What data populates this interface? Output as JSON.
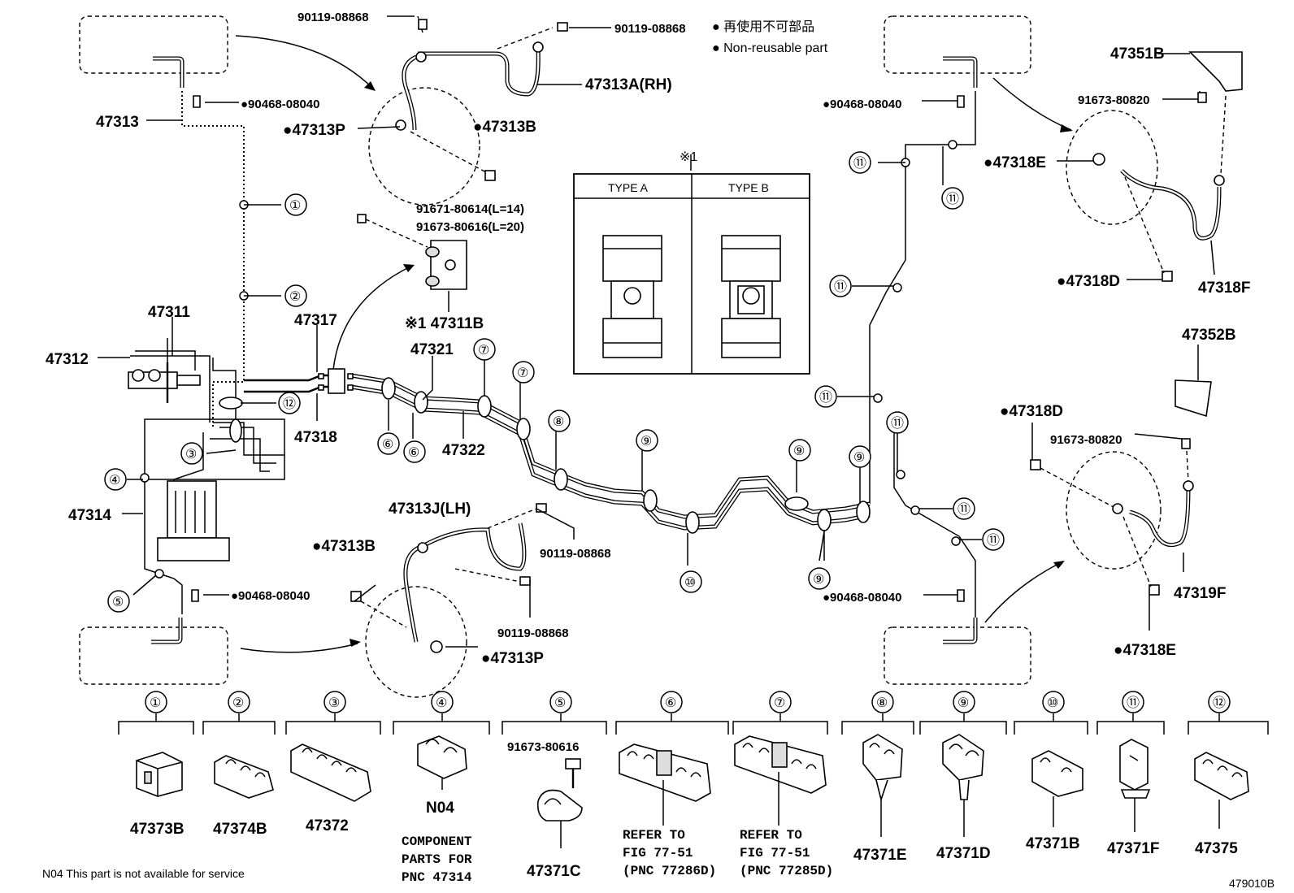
{
  "legend": {
    "line1": "● 再使用不可部品",
    "line2": "● Non-reusable part"
  },
  "type_table": {
    "marker": "※1",
    "col_a": "TYPE A",
    "col_b": "TYPE B"
  },
  "parts": {
    "p90119_top_left": "90119-08868",
    "p90119_top_right": "90119-08868",
    "p47313A": "47313A(RH)",
    "p90468_top_left": "●90468-08040",
    "p47313": "47313",
    "p47313P_top": "●47313P",
    "p47313B_top": "●47313B",
    "p91671": "91671-80614(L=14)",
    "p91673_616": "91673-80616(L=20)",
    "p47311B": "※1 47311B",
    "p47311": "47311",
    "p47312": "47312",
    "p47317": "47317",
    "p47318": "47318",
    "p47321": "47321",
    "p47322": "47322",
    "p47314": "47314",
    "p47313J": "47313J(LH)",
    "p47313B_bot": "●47313B",
    "p90468_bot_left": "●90468-08040",
    "p90119_mid": "90119-08868",
    "p90119_bot": "90119-08868",
    "p47313P_bot": "●47313P",
    "p90468_top_right": "●90468-08040",
    "p90468_bot_right": "●90468-08040",
    "p47351B": "47351B",
    "p91673_820_top": "91673-80820",
    "p47318E_top": "●47318E",
    "p47318D_top": "●47318D",
    "p47318F": "47318F",
    "p47352B": "47352B",
    "p47318D_bot": "●47318D",
    "p91673_820_bot": "91673-80820",
    "p47319F": "47319F",
    "p47318E_bot": "●47318E"
  },
  "callouts": {
    "c1": "①",
    "c2": "②",
    "c3": "③",
    "c4": "④",
    "c5": "⑤",
    "c6": "⑥",
    "c7": "⑦",
    "c8": "⑧",
    "c9": "⑨",
    "c10": "⑩",
    "c11": "⑪",
    "c12": "⑫"
  },
  "clamps": [
    {
      "num": "①",
      "part": "47373B"
    },
    {
      "num": "②",
      "part": "47374B"
    },
    {
      "num": "③",
      "part": "47372"
    },
    {
      "num": "④",
      "part": "N04",
      "note1": "COMPONENT",
      "note2": "PARTS FOR",
      "note3": "PNC 47314"
    },
    {
      "num": "⑤",
      "part": "47371C",
      "extra": "91673-80616"
    },
    {
      "num": "⑥",
      "part": "",
      "note1": "REFER TO",
      "note2": "FIG 77-51",
      "note3": "(PNC 77286D)"
    },
    {
      "num": "⑦",
      "part": "",
      "note1": "REFER TO",
      "note2": "FIG 77-51",
      "note3": "(PNC 77285D)"
    },
    {
      "num": "⑧",
      "part": "47371E"
    },
    {
      "num": "⑨",
      "part": "47371D"
    },
    {
      "num": "⑩",
      "part": "47371B"
    },
    {
      "num": "⑪",
      "part": "47371F"
    },
    {
      "num": "⑫",
      "part": "47375"
    }
  ],
  "footnote": "N04 This part is not available for service",
  "figure_id": "479010B"
}
